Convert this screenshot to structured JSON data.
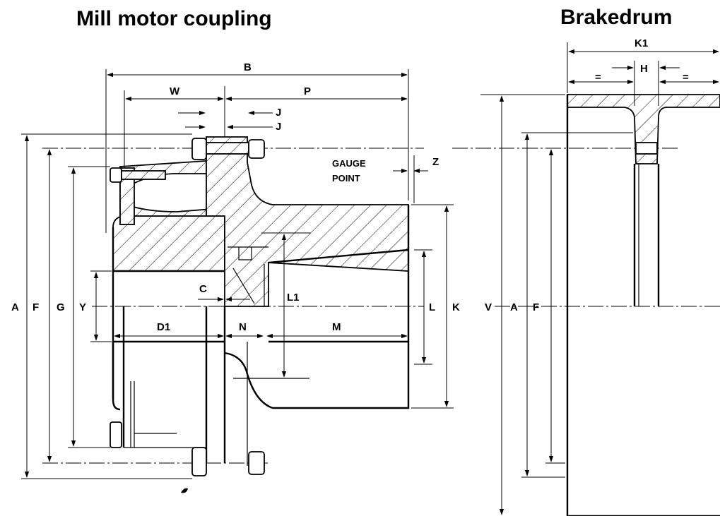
{
  "titles": {
    "coupling": "Mill motor coupling",
    "brakedrum": "Brakedrum"
  },
  "gauge_point": [
    "GAUGE",
    "POINT"
  ],
  "coupling_labels": {
    "B": "B",
    "W": "W",
    "P": "P",
    "J1": "J",
    "J2": "J",
    "Z": "Z",
    "C": "C",
    "L1": "L1",
    "D1": "D1",
    "N": "N",
    "M": "M",
    "A": "A",
    "F": "F",
    "G": "G",
    "Y": "Y",
    "L": "L",
    "K": "K"
  },
  "brakedrum_labels": {
    "K1": "K1",
    "H": "H",
    "EQ1": "=",
    "EQ2": "=",
    "V": "V",
    "A": "A",
    "F": "F"
  }
}
